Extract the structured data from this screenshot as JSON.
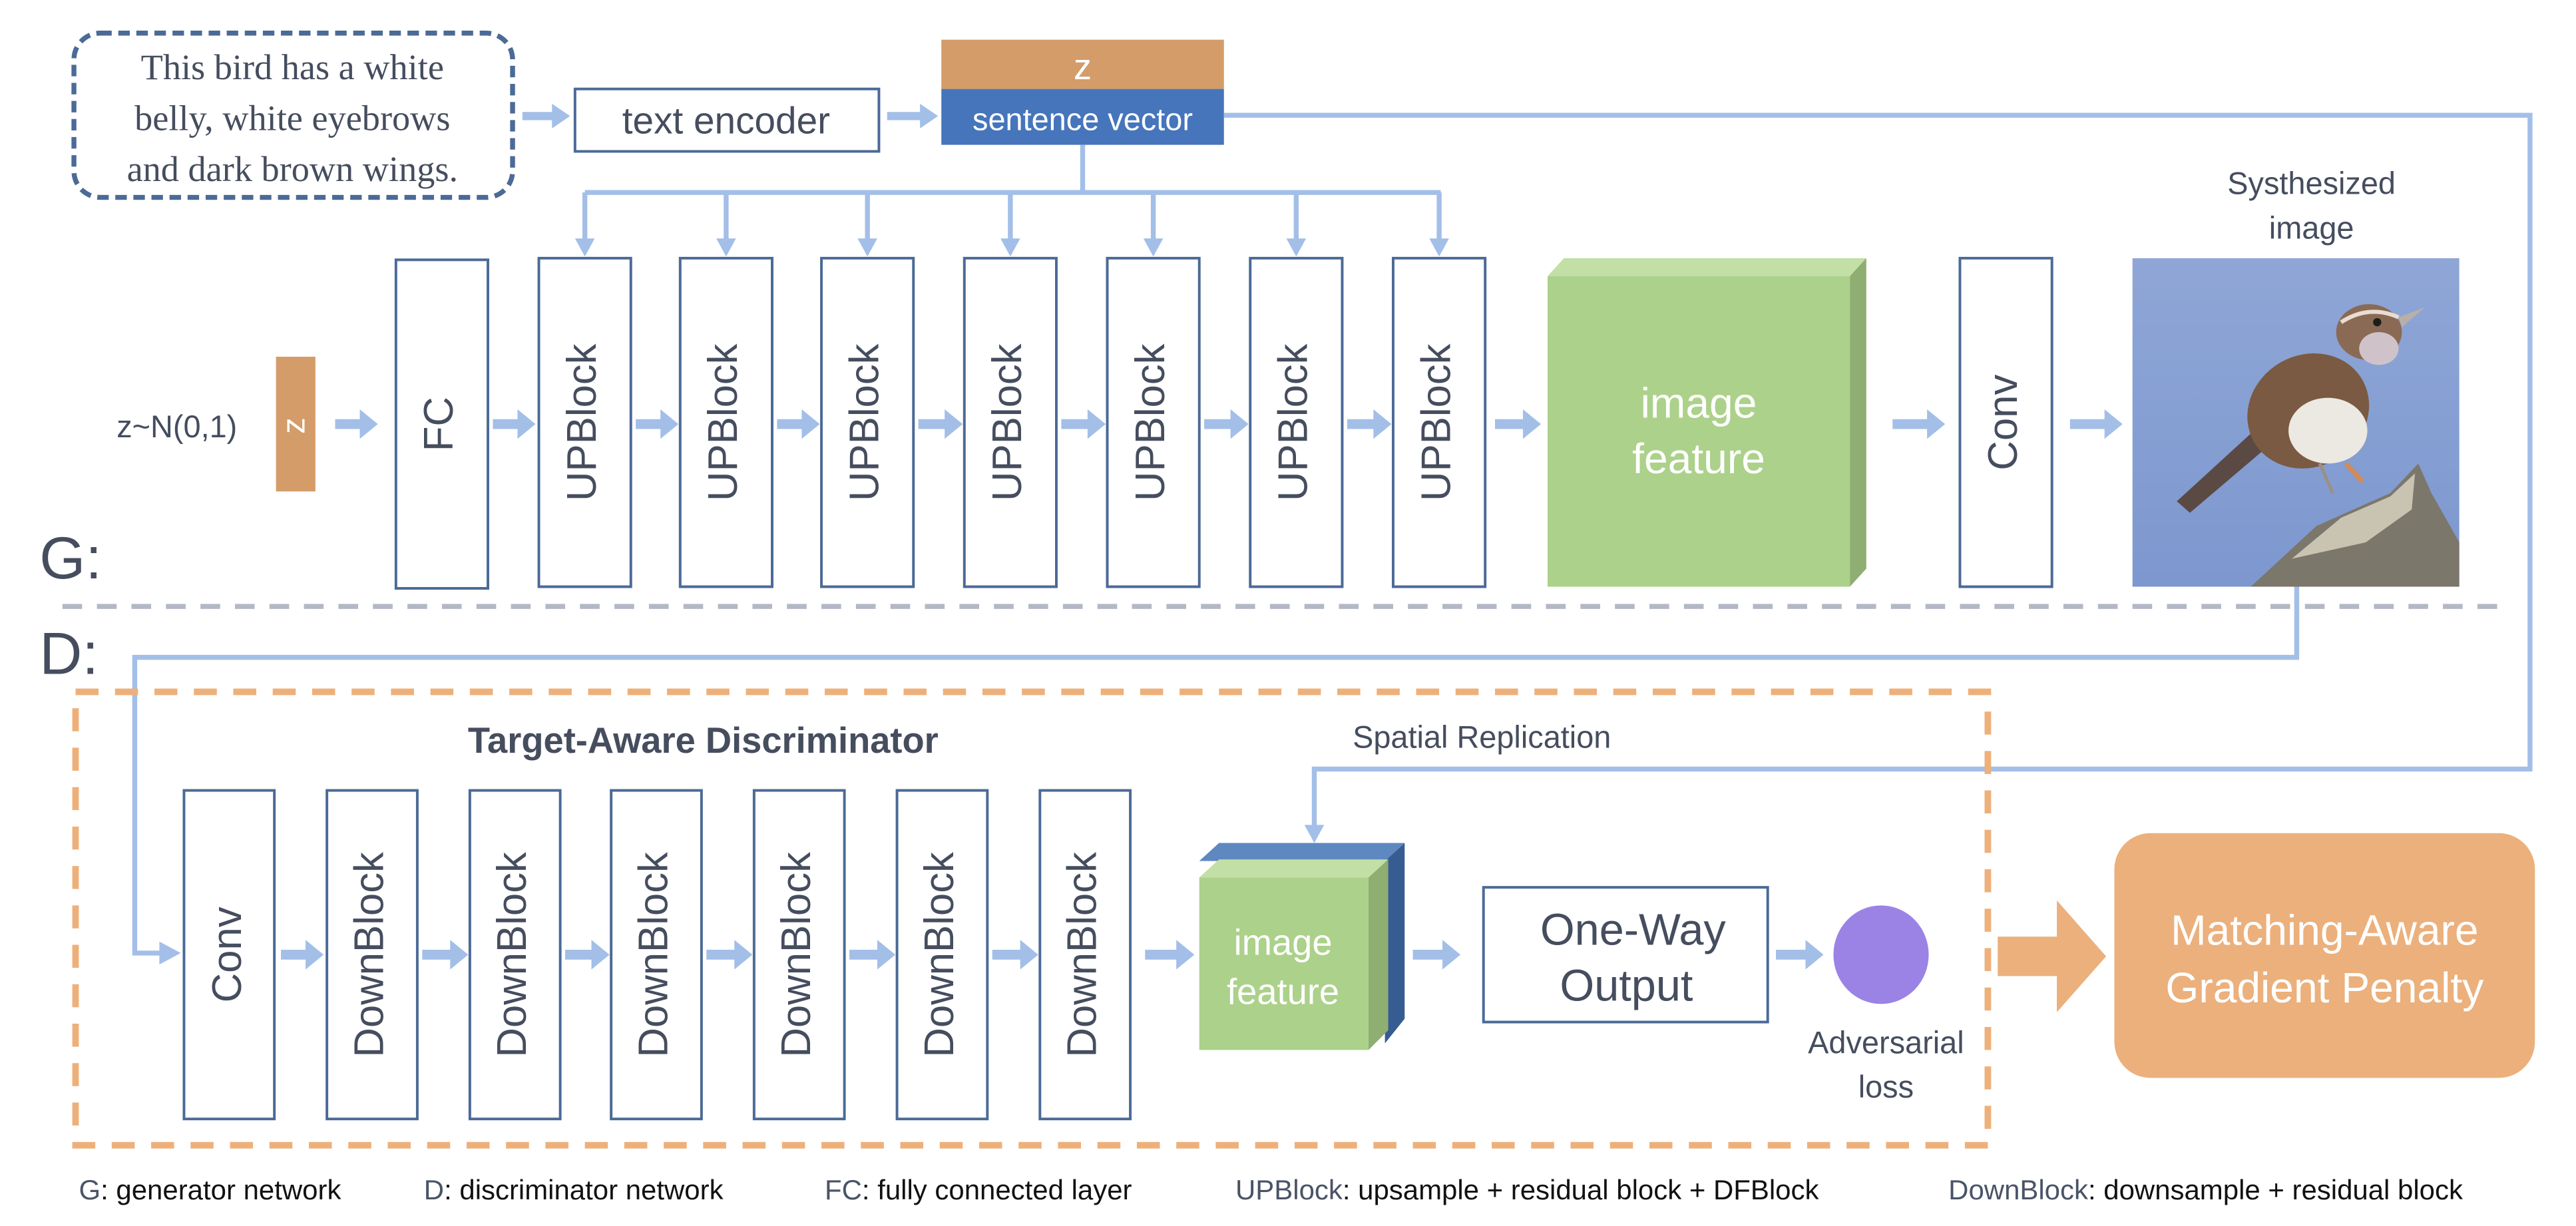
{
  "colors": {
    "block_border": "#4b6a96",
    "connector": "#a3bfe8",
    "z_orange": "#d49c68",
    "sentence_blue": "#4675bb",
    "feature_green": "#acd18a",
    "loss_purple": "#9b83e6",
    "penalty_orange": "#ebb07c",
    "discriminator_border": "#eeb07a",
    "separator_gray": "#b2b8c5",
    "text_dark": "#454d5e"
  },
  "input": {
    "caption_lines": [
      "This bird has a white",
      "belly, white eyebrows",
      "and dark brown wings."
    ],
    "text_encoder_label": "text encoder",
    "z_label": "z",
    "sentence_vector_label": "sentence vector"
  },
  "generator": {
    "section_label": "G:",
    "noise_label": "z~N(0,1)",
    "noise_z_label": "z",
    "fc_label": "FC",
    "upblocks": [
      "UPBlock",
      "UPBlock",
      "UPBlock",
      "UPBlock",
      "UPBlock",
      "UPBlock",
      "UPBlock"
    ],
    "feature_lines": [
      "image",
      "feature"
    ],
    "conv_label": "Conv",
    "synth_title_lines": [
      "Systhesized",
      "image"
    ]
  },
  "discriminator": {
    "section_label": "D:",
    "title": "Target-Aware Discriminator",
    "conv_label": "Conv",
    "downblocks": [
      "DownBlock",
      "DownBlock",
      "DownBlock",
      "DownBlock",
      "DownBlock",
      "DownBlock"
    ],
    "feature_lines": [
      "image",
      "feature"
    ],
    "spatial_label": "Spatial Replication",
    "output_lines": [
      "One-Way",
      "Output"
    ],
    "loss_lines": [
      "Adversarial",
      "loss"
    ]
  },
  "penalty": {
    "lines": [
      "Matching-Aware",
      "Gradient Penalty"
    ]
  },
  "legend": [
    {
      "key": "G",
      "desc": ": generator network"
    },
    {
      "key": "D",
      "desc": ": discriminator network"
    },
    {
      "key": "FC",
      "desc": ": fully connected layer"
    },
    {
      "key": "UPBlock",
      "desc": ": upsample + residual block + DFBlock"
    },
    {
      "key": "DownBlock",
      "desc": ": downsample + residual block"
    }
  ]
}
